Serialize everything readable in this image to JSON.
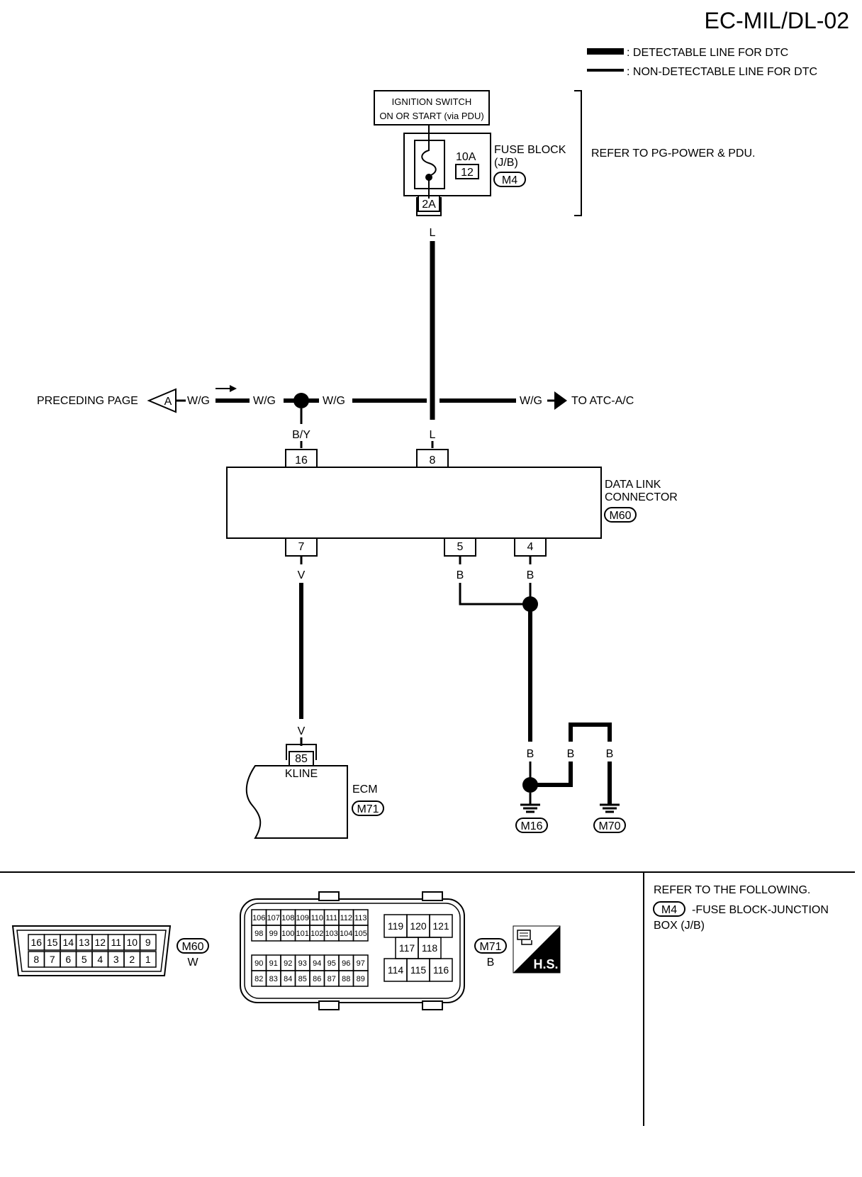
{
  "header": {
    "title": "EC-MIL/DL-02",
    "legend": {
      "detectable": ": DETECTABLE LINE FOR DTC",
      "non_detectable": ": NON-DETECTABLE LINE FOR DTC"
    }
  },
  "power": {
    "ignition_line1": "IGNITION SWITCH",
    "ignition_line2": "ON OR START (via PDU)",
    "fuse_block_line1": "FUSE BLOCK",
    "fuse_block_line2": "(J/B)",
    "fuse_block_connector": "M4",
    "fuse_rating": "10A",
    "fuse_number": "12",
    "fuse_terminal": "2A",
    "refer_note": "REFER TO PG-POWER & PDU."
  },
  "wires": {
    "power_wire": "L",
    "power_wire_at_dlc": "L",
    "wg_left": "W/G",
    "wg_mid1": "W/G",
    "wg_mid2": "W/G",
    "wg_right": "W/G",
    "by_wire": "B/Y",
    "v_top": "V",
    "v_bottom": "V",
    "b_pin5": "B",
    "b_pin4": "B",
    "b_ground1": "B",
    "b_ground2": "B",
    "b_ground3": "B"
  },
  "bus": {
    "preceding_page": "PRECEDING PAGE",
    "page_marker": "A",
    "to_atc": "TO ATC-A/C"
  },
  "dlc": {
    "title_line1": "DATA LINK",
    "title_line2": "CONNECTOR",
    "connector": "M60",
    "pin_top_left": "16",
    "pin_top_right": "8",
    "pin_bottom_left": "7",
    "pin_bottom_mid": "5",
    "pin_bottom_right": "4"
  },
  "ecm": {
    "label": "ECM",
    "connector": "M71",
    "pin": "85",
    "pin_label": "KLINE"
  },
  "grounds": {
    "ground1": "M16",
    "ground2": "M70"
  },
  "connectors_view": {
    "m60_code": "M60",
    "m60_color": "W",
    "m60_top_row": [
      "16",
      "15",
      "14",
      "13",
      "12",
      "11",
      "10",
      "9"
    ],
    "m60_bottom_row": [
      "8",
      "7",
      "6",
      "5",
      "4",
      "3",
      "2",
      "1"
    ],
    "m71_code": "M71",
    "m71_color": "B",
    "m71_left_rows": [
      [
        "106",
        "107",
        "108",
        "109",
        "110",
        "111",
        "112",
        "113"
      ],
      [
        "98",
        "99",
        "100",
        "101",
        "102",
        "103",
        "104",
        "105"
      ],
      [
        "90",
        "91",
        "92",
        "93",
        "94",
        "95",
        "96",
        "97"
      ],
      [
        "82",
        "83",
        "84",
        "85",
        "86",
        "87",
        "88",
        "89"
      ]
    ],
    "m71_right_top": [
      "119",
      "120",
      "121"
    ],
    "m71_right_mid": [
      "117",
      "118"
    ],
    "m71_right_bottom": [
      "114",
      "115",
      "116"
    ],
    "hs_label": "H.S."
  },
  "refer_box": {
    "line1": "REFER TO THE FOLLOWING.",
    "connector": "M4",
    "line2": "-FUSE BLOCK-JUNCTION",
    "line3": "BOX (J/B)"
  }
}
